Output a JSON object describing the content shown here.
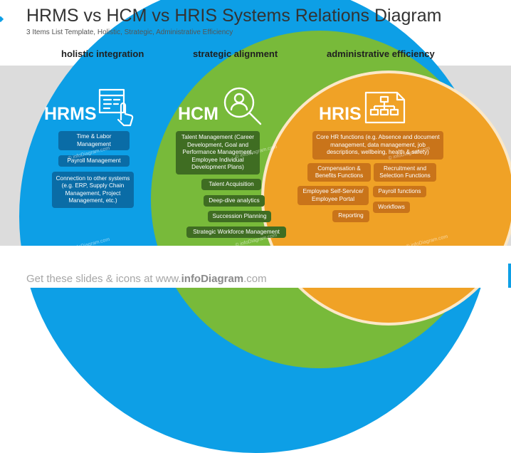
{
  "title": "HRMS vs HCM vs HRIS Systems Relations Diagram",
  "subtitle": "3 Items List Template, Holistic, Strategic, Administrative Efficiency",
  "columns": {
    "holistic": "holistic integration",
    "strategic": "strategic alignment",
    "administrative": "administrative efficiency"
  },
  "hrms": {
    "name": "HRMS",
    "items": [
      "Time & Labor Management",
      "Payroll Management",
      "Connection to other systems (e.g. ERP, Supply Chain Management, Project Management, etc.)"
    ]
  },
  "hcm": {
    "name": "HCM",
    "items": [
      "Talent Management (Career Development, Goal and Performance Management, Employee Individual Development Plans)",
      "Talent Acquisition",
      "Deep-dive analytics",
      "Succession Planning",
      "Strategic Workforce Management"
    ]
  },
  "hris": {
    "name": "HRIS",
    "items": [
      "Core HR functions (e.g. Absence and document management, data management, job descriptions, wellbeing, health & safety)",
      "Compensation & Benefits Functions",
      "Recruitment and Selection Functions",
      "Employee Self-Service/ Employee Portal",
      "Payroll functions",
      "Workflows",
      "Reporting"
    ]
  },
  "watermark": "© infoDiagram.com",
  "footer": {
    "prefix": "Get these slides & icons at www.",
    "brand": "infoDiagram",
    "suffix": ".com"
  },
  "colors": {
    "hrms": "#0d9fe6",
    "hcm": "#78ba3a",
    "hris": "#f0a226",
    "band": "#dcdcdc"
  },
  "icons": {
    "hrms": "form-touch-icon",
    "hcm": "person-search-icon",
    "hris": "org-chart-document-icon"
  }
}
